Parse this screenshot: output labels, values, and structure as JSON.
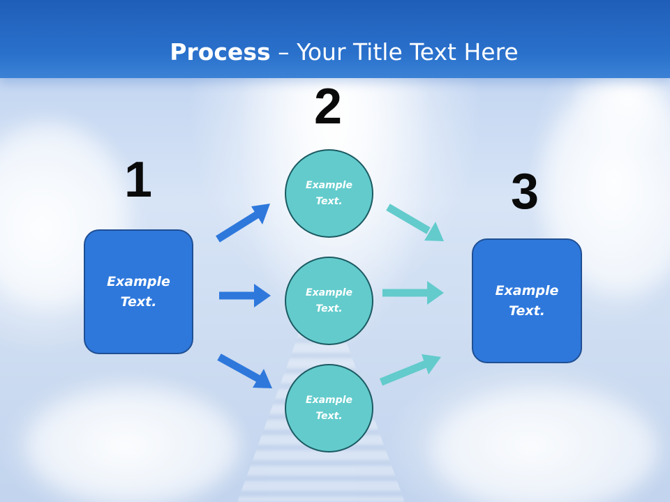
{
  "title": {
    "bold": "Process",
    "rest": " – Your Title Text Here"
  },
  "steps": [
    {
      "number": "1",
      "text": "Example\nText."
    },
    {
      "number": "2",
      "items": [
        "Example\nText.",
        "Example\nText.",
        "Example\nText."
      ]
    },
    {
      "number": "3",
      "text": "Example\nText."
    }
  ],
  "colors": {
    "header": "#2a71cc",
    "box": "#2e78dc",
    "circle": "#63cbcc",
    "arrow_blue": "#2e78dc",
    "arrow_teal": "#63cbcc"
  },
  "connectors": [
    {
      "from": "step-1",
      "to": "step-2-item-1",
      "color": "blue"
    },
    {
      "from": "step-1",
      "to": "step-2-item-2",
      "color": "blue"
    },
    {
      "from": "step-1",
      "to": "step-2-item-3",
      "color": "blue"
    },
    {
      "from": "step-2-item-1",
      "to": "step-3",
      "color": "teal"
    },
    {
      "from": "step-2-item-2",
      "to": "step-3",
      "color": "teal"
    },
    {
      "from": "step-2-item-3",
      "to": "step-3",
      "color": "teal"
    }
  ]
}
